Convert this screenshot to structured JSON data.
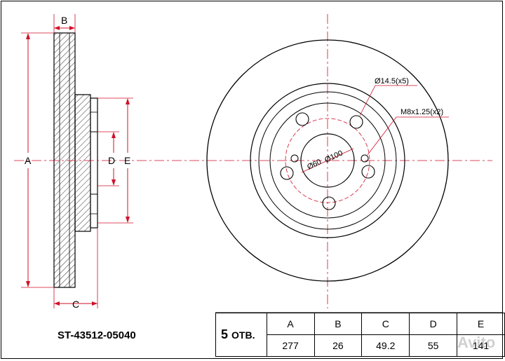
{
  "part_number": "ST-43512-05040",
  "dimension_letters": {
    "a": "A",
    "b": "B",
    "c": "C",
    "d": "D",
    "e": "E"
  },
  "notes": {
    "bolt_holes": "Ø14.5(x5)",
    "thread_holes": "M8x1.25(x2)",
    "pcd": "Ø100",
    "center_bore": "Ø60"
  },
  "spec_table": {
    "holes_count": "5",
    "holes_unit": "ОТВ.",
    "headers": [
      "A",
      "B",
      "C",
      "D",
      "E"
    ],
    "values": [
      "277",
      "26",
      "49.2",
      "55",
      "141"
    ]
  },
  "watermark": "Avito",
  "colors": {
    "dimension_lines": "#d0102a",
    "outline": "#000000",
    "centerline": "#d0102a"
  }
}
